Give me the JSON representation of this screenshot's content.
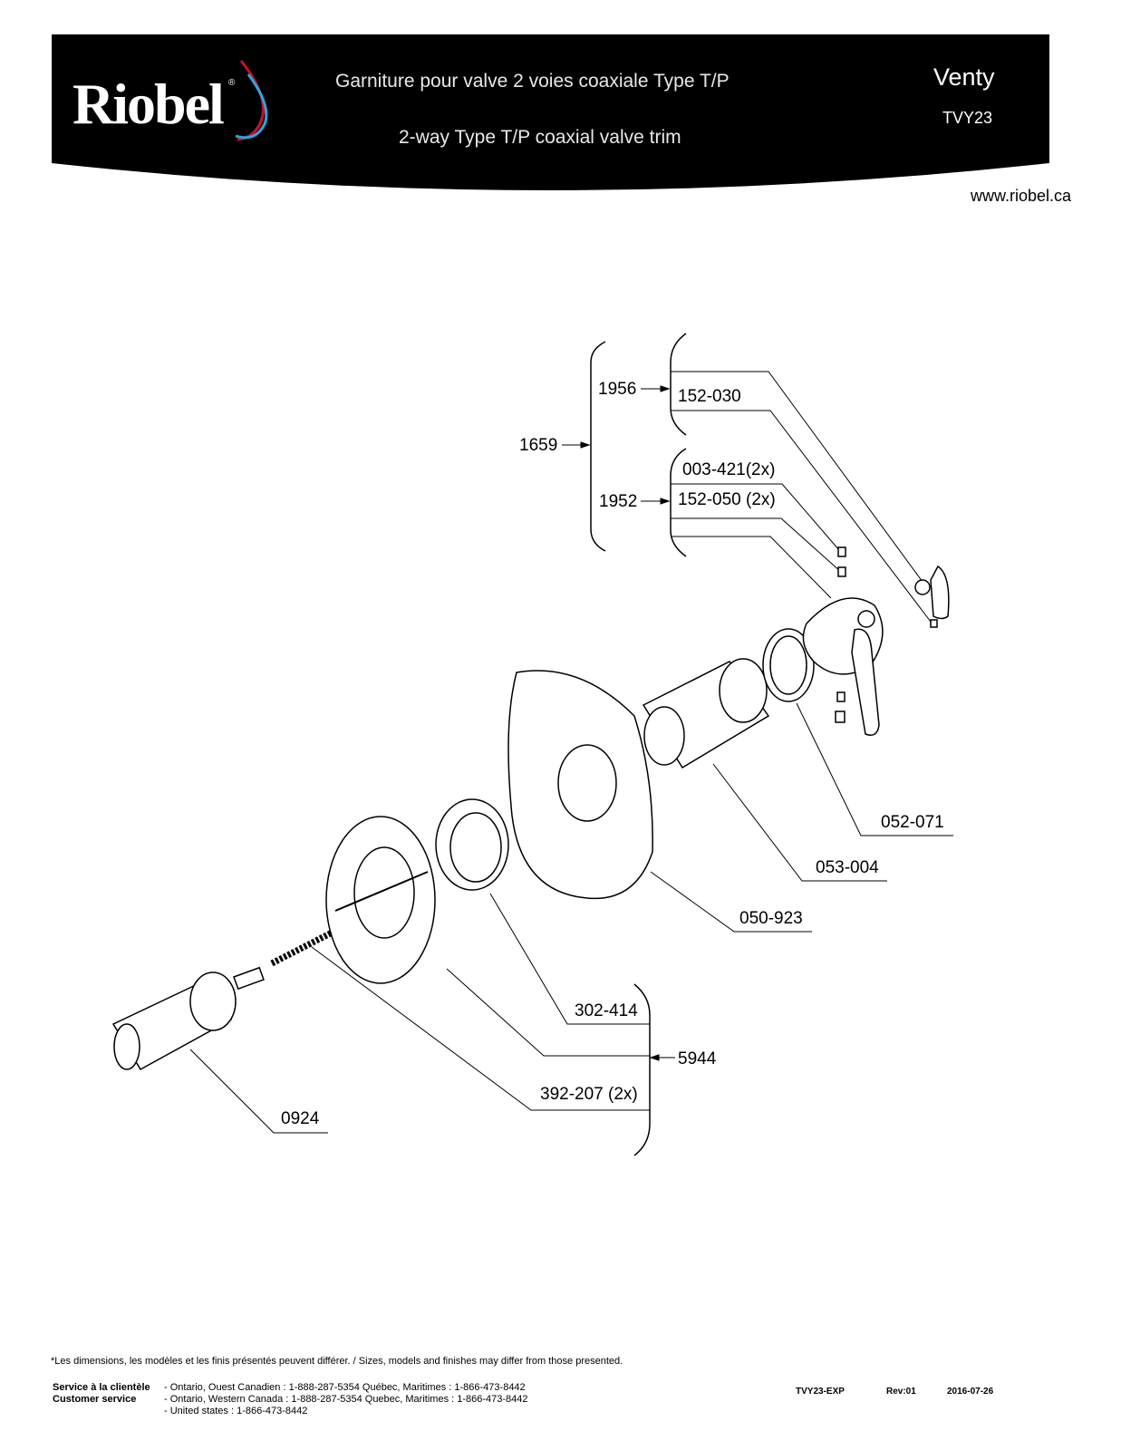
{
  "header": {
    "logo": "Riobel",
    "title_fr": "Garniture pour valve 2 voies coaxiale Type T/P",
    "title_en": "2-way Type T/P coaxial valve trim",
    "model_name": "Venty",
    "model_code": "TVY23",
    "website": "www.riobel.ca"
  },
  "parts": {
    "p1659": "1659",
    "p1956": "1956",
    "p1952": "1952",
    "p152_030": "152-030",
    "p003_421": "003-421(2x)",
    "p152_050": "152-050 (2x)",
    "p052_071": "052-071",
    "p053_004": "053-004",
    "p050_923": "050-923",
    "p302_414": "302-414",
    "p5944": "5944",
    "p392_207": "392-207 (2x)",
    "p0924": "0924"
  },
  "footer": {
    "disclaimer": "*Les dimensions, les modèles et les finis présentés peuvent différer. / Sizes, models and finishes may differ from those presented.",
    "service_fr": "Service à la clientèle",
    "service_en": "Customer service",
    "line1": "- Ontario, Ouest Canadien : 1-888-287-5354  Québec, Maritimes : 1-866-473-8442",
    "line2": "- Ontario, Western Canada : 1-888-287-5354  Quebec, Maritimes : 1-866-473-8442",
    "line3": "- United states                  : 1-866-473-8442",
    "doc_code": "TVY23-EXP",
    "rev": "Rev:01",
    "date": "2016-07-26"
  },
  "colors": {
    "header_bg": "#000000",
    "logo_drop_red": "#c8102e",
    "logo_drop_blue": "#29a9e1"
  }
}
